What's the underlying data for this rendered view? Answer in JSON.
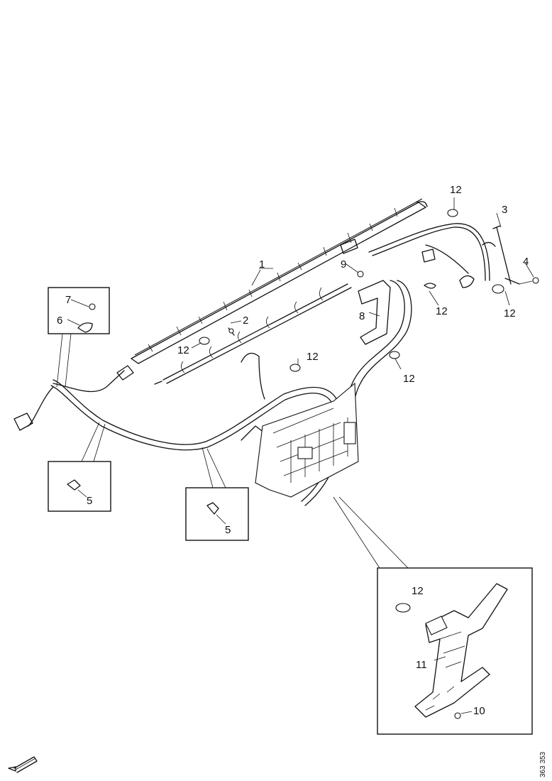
{
  "callouts": {
    "c1": "1",
    "c2": "2",
    "c3": "3",
    "c4": "4",
    "c5a": "5",
    "c5b": "5",
    "c6": "6",
    "c7": "7",
    "c8": "8",
    "c9": "9",
    "c10": "10",
    "c11": "11",
    "c12a": "12",
    "c12b": "12",
    "c12c": "12",
    "c12d": "12",
    "c12e": "12",
    "c12f": "12",
    "c12g": "12"
  },
  "reference_number": "363 353",
  "icons": [
    "front-direction-arrow-icon"
  ]
}
